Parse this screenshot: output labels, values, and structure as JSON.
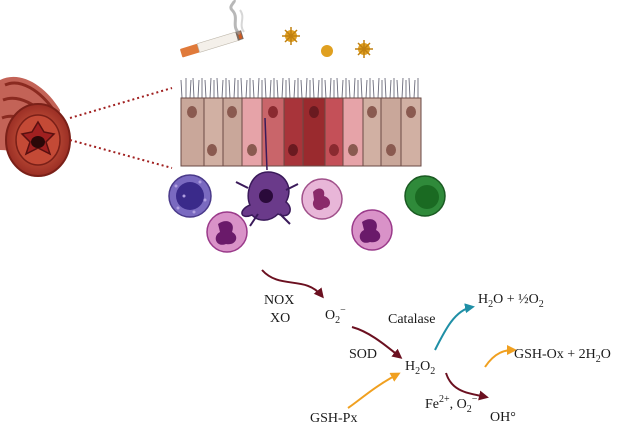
{
  "labels": {
    "nox": "NOX",
    "xo": "XO",
    "o2": "O",
    "o2_sub": "2",
    "o2_sup": "−",
    "sod": "SOD",
    "catalase": "Catalase",
    "h2o2_h": "H",
    "h2o2_sub1": "2",
    "h2o2_o": "O",
    "h2o2_sub2": "2",
    "water_half_o2_a": "H",
    "water_half_o2_sub1": "2",
    "water_half_o2_b": "O + ½O",
    "water_half_o2_sub2": "2",
    "gsh_px": "GSH-Px",
    "gsh_ox_a": "GSH-Ox + 2H",
    "gsh_ox_sub": "2",
    "gsh_ox_b": "O",
    "fe_a": "Fe",
    "fe_sup": "2+",
    "fe_b": ", O",
    "fe_sub": "2",
    "fe_sup2": "−",
    "oh": "OH°"
  },
  "colors": {
    "arrow_dark": "#6b1020",
    "arrow_teal": "#1f8fa6",
    "arrow_orange": "#f0a020",
    "epithelium_tan": "#c9a79a",
    "epithelium_red": "#a8343a",
    "epithelium_pink": "#e6a3a8",
    "macrophage_blue": "#5a4aa6",
    "dendritic_purple": "#6a3a8a",
    "neutrophil_pink": "#d992c8",
    "green_cell": "#2f8a3a",
    "particle_yellow": "#e0a020",
    "airway_red": "#b8483a"
  }
}
